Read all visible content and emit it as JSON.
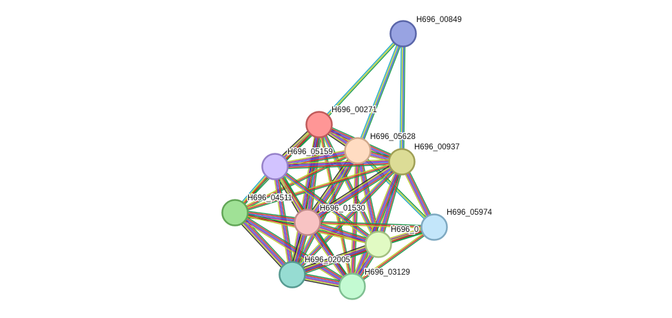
{
  "network": {
    "edge_colors": [
      "#1a9850",
      "#3b5bdb",
      "#d62728",
      "#8e24aa",
      "#b8cc2a",
      "#2c2c2c",
      "#22a7c9"
    ],
    "nodes": [
      {
        "id": "n00849",
        "label": "H696_00849",
        "fill": "#98a3e2",
        "stroke": "#5a66a9"
      },
      {
        "id": "n00271",
        "label": "H696_00271",
        "fill": "#ff9696",
        "stroke": "#c05a5a"
      },
      {
        "id": "n05628",
        "label": "H696_05628",
        "fill": "#ffdcc2",
        "stroke": "#cfa78a"
      },
      {
        "id": "n00937",
        "label": "H696_00937",
        "fill": "#dcdc96",
        "stroke": "#9f9f55"
      },
      {
        "id": "n05159",
        "label": "H696_05159",
        "fill": "#d2c3ff",
        "stroke": "#9681c9"
      },
      {
        "id": "n04511",
        "label": "H696_04511",
        "fill": "#a0e196",
        "stroke": "#62a657"
      },
      {
        "id": "n01530",
        "label": "H696_01530",
        "fill": "#f8c3c3",
        "stroke": "#c08a8a"
      },
      {
        "id": "n05974",
        "label": "H696_05974",
        "fill": "#c3e6fa",
        "stroke": "#7ea9c1"
      },
      {
        "id": "n0x",
        "label": "H696_0",
        "fill": "#e1fac3",
        "stroke": "#a2bf80"
      },
      {
        "id": "n02005",
        "label": "H696_02005",
        "fill": "#96dcd2",
        "stroke": "#559a91"
      },
      {
        "id": "n03129",
        "label": "H696_03129",
        "fill": "#c3fad2",
        "stroke": "#7fbf91"
      }
    ],
    "edges": [
      {
        "a": "n00849",
        "b": "n00271",
        "colors": [
          0,
          4,
          6
        ]
      },
      {
        "a": "n00849",
        "b": "n05628",
        "colors": [
          0,
          1,
          4,
          6
        ]
      },
      {
        "a": "n00849",
        "b": "n00937",
        "colors": [
          0,
          1,
          4,
          6
        ]
      },
      {
        "a": "n00271",
        "b": "n05628",
        "colors": [
          0,
          2,
          1,
          3,
          4,
          5
        ]
      },
      {
        "a": "n00271",
        "b": "n00937",
        "colors": [
          0,
          2,
          1,
          3,
          4
        ]
      },
      {
        "a": "n00271",
        "b": "n05159",
        "colors": [
          0,
          2,
          1,
          3,
          4,
          5
        ]
      },
      {
        "a": "n00271",
        "b": "n04511",
        "colors": [
          0,
          2,
          4
        ]
      },
      {
        "a": "n00271",
        "b": "n01530",
        "colors": [
          0,
          2,
          1,
          3,
          4,
          5
        ]
      },
      {
        "a": "n00271",
        "b": "n0x",
        "colors": [
          0,
          2,
          1,
          4
        ]
      },
      {
        "a": "n00271",
        "b": "n02005",
        "colors": [
          0,
          2,
          1,
          3,
          4
        ]
      },
      {
        "a": "n00271",
        "b": "n03129",
        "colors": [
          0,
          2,
          4
        ]
      },
      {
        "a": "n05628",
        "b": "n00937",
        "colors": [
          0,
          2,
          1,
          3,
          4
        ]
      },
      {
        "a": "n05628",
        "b": "n05159",
        "colors": [
          0,
          2,
          1,
          3,
          4
        ]
      },
      {
        "a": "n05628",
        "b": "n04511",
        "colors": [
          0,
          2,
          4
        ]
      },
      {
        "a": "n05628",
        "b": "n01530",
        "colors": [
          0,
          2,
          1,
          3,
          4,
          5
        ]
      },
      {
        "a": "n05628",
        "b": "n05974",
        "colors": [
          0,
          4,
          6
        ]
      },
      {
        "a": "n05628",
        "b": "n0x",
        "colors": [
          0,
          2,
          1,
          3,
          4
        ]
      },
      {
        "a": "n05628",
        "b": "n02005",
        "colors": [
          0,
          2,
          1,
          4
        ]
      },
      {
        "a": "n05628",
        "b": "n03129",
        "colors": [
          0,
          2,
          3,
          4
        ]
      },
      {
        "a": "n00937",
        "b": "n05159",
        "colors": [
          0,
          2,
          1,
          3,
          4
        ]
      },
      {
        "a": "n00937",
        "b": "n04511",
        "colors": [
          0,
          2,
          4
        ]
      },
      {
        "a": "n00937",
        "b": "n01530",
        "colors": [
          0,
          2,
          1,
          3,
          4,
          5
        ]
      },
      {
        "a": "n00937",
        "b": "n05974",
        "colors": [
          0,
          2,
          1,
          3,
          4
        ]
      },
      {
        "a": "n00937",
        "b": "n0x",
        "colors": [
          0,
          2,
          1,
          3,
          4
        ]
      },
      {
        "a": "n00937",
        "b": "n02005",
        "colors": [
          0,
          2,
          1,
          4
        ]
      },
      {
        "a": "n00937",
        "b": "n03129",
        "colors": [
          0,
          2,
          1,
          3,
          4
        ]
      },
      {
        "a": "n05159",
        "b": "n04511",
        "colors": [
          0,
          2,
          4,
          6
        ]
      },
      {
        "a": "n05159",
        "b": "n01530",
        "colors": [
          0,
          2,
          1,
          3,
          4,
          5
        ]
      },
      {
        "a": "n05159",
        "b": "n0x",
        "colors": [
          0,
          2,
          1,
          4
        ]
      },
      {
        "a": "n05159",
        "b": "n02005",
        "colors": [
          0,
          2,
          1,
          3,
          4
        ]
      },
      {
        "a": "n05159",
        "b": "n03129",
        "colors": [
          0,
          2,
          4
        ]
      },
      {
        "a": "n04511",
        "b": "n01530",
        "colors": [
          0,
          2,
          1,
          3,
          4,
          5
        ]
      },
      {
        "a": "n04511",
        "b": "n0x",
        "colors": [
          0,
          2,
          4
        ]
      },
      {
        "a": "n04511",
        "b": "n02005",
        "colors": [
          0,
          2,
          1,
          3,
          4,
          5
        ]
      },
      {
        "a": "n04511",
        "b": "n03129",
        "colors": [
          0,
          2,
          1,
          3,
          4
        ]
      },
      {
        "a": "n01530",
        "b": "n05974",
        "colors": [
          0,
          2,
          4
        ]
      },
      {
        "a": "n01530",
        "b": "n0x",
        "colors": [
          0,
          2,
          1,
          3,
          4
        ]
      },
      {
        "a": "n01530",
        "b": "n02005",
        "colors": [
          0,
          2,
          1,
          3,
          4,
          5
        ]
      },
      {
        "a": "n01530",
        "b": "n03129",
        "colors": [
          0,
          2,
          1,
          3,
          4
        ]
      },
      {
        "a": "n05974",
        "b": "n0x",
        "colors": [
          0,
          2,
          1,
          3,
          4
        ]
      },
      {
        "a": "n05974",
        "b": "n02005",
        "colors": [
          0,
          2,
          4
        ]
      },
      {
        "a": "n05974",
        "b": "n03129",
        "colors": [
          0,
          2,
          4
        ]
      },
      {
        "a": "n0x",
        "b": "n02005",
        "colors": [
          0,
          2,
          1,
          3,
          4,
          5
        ]
      },
      {
        "a": "n0x",
        "b": "n03129",
        "colors": [
          0,
          2,
          1,
          3,
          4
        ]
      },
      {
        "a": "n02005",
        "b": "n03129",
        "colors": [
          0,
          2,
          1,
          3,
          4,
          5
        ]
      }
    ]
  }
}
